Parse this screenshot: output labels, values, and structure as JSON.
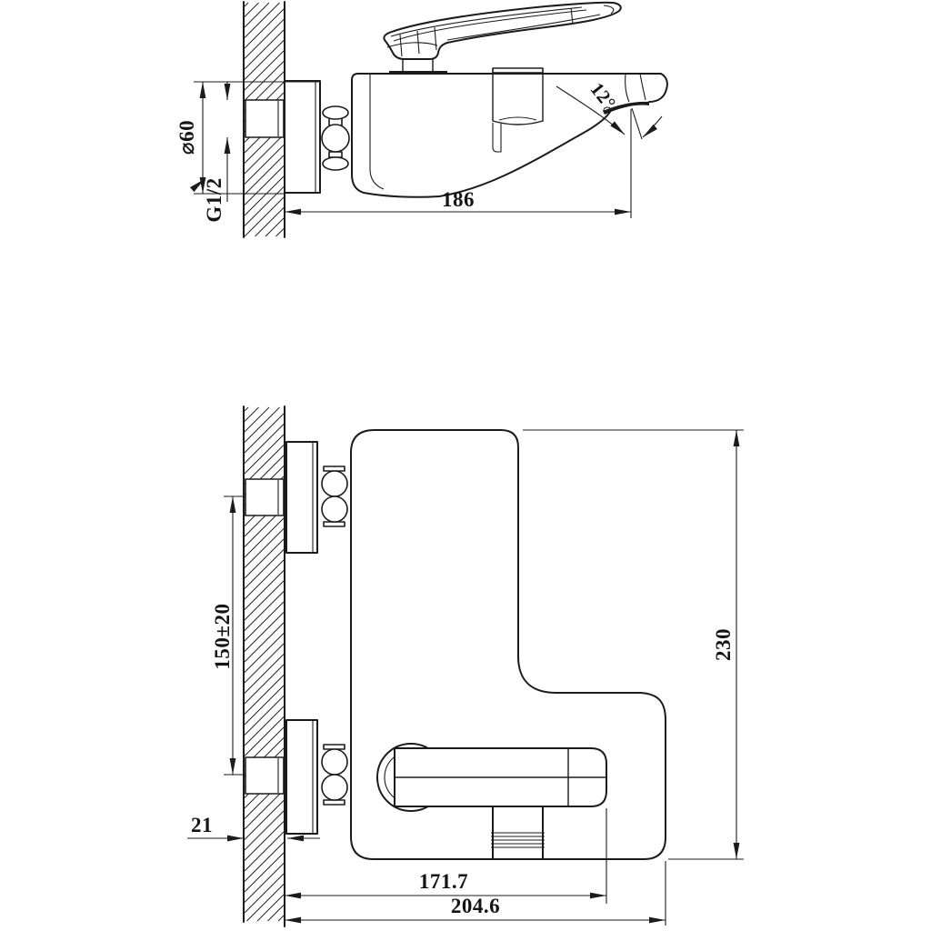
{
  "canvas": {
    "background": "#ffffff",
    "line_color": "#1b1b1b"
  },
  "side_view": {
    "dimensions": {
      "flange_diameter": "⌀60",
      "inlet_thread": "G1/2",
      "wall_to_spout": "186",
      "spout_angle": "12°"
    }
  },
  "plan_view": {
    "dimensions": {
      "inlet_center_distance": "150±20",
      "wall_thickness": "21",
      "spout_reach": "171.7",
      "overall_depth": "204.6",
      "overall_width": "230"
    }
  }
}
